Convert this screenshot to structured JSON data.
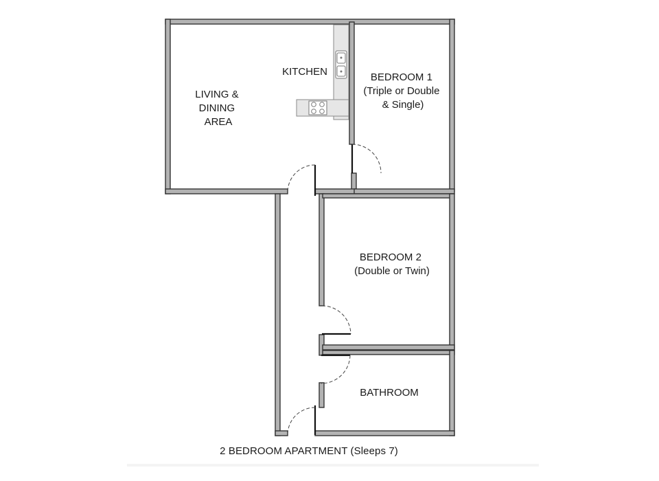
{
  "rooms": {
    "living": {
      "lines": [
        "LIVING &",
        "DINING",
        "AREA"
      ]
    },
    "kitchen": {
      "label": "KITCHEN"
    },
    "bedroom1": {
      "lines": [
        "BEDROOM 1",
        "(Triple or Double",
        "& Single)"
      ]
    },
    "bedroom2": {
      "lines": [
        "BEDROOM 2",
        "(Double or Twin)"
      ]
    },
    "bathroom": {
      "label": "BATHROOM"
    }
  },
  "caption": "2 BEDROOM APARTMENT (Sleeps 7)",
  "colors": {
    "wall_fill": "#b3b3b3",
    "wall_outline": "#333333",
    "background": "#ffffff"
  },
  "icons": [
    "sink-icon",
    "stove-icon",
    "door-swing-icon"
  ]
}
